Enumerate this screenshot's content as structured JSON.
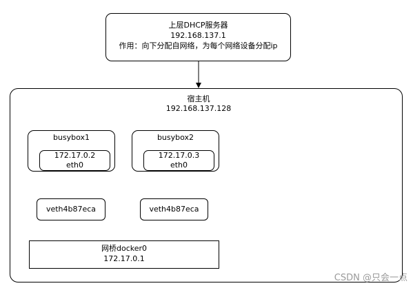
{
  "dhcp": {
    "title": "上层DHCP服务器",
    "ip": "192.168.137.1",
    "desc": "作用：向下分配自网络，为每个网络设备分配ip"
  },
  "host": {
    "title": "宿主机",
    "ip": "192.168.137.128"
  },
  "containers": [
    {
      "name": "busybox1",
      "ip": "172.17.0.2",
      "iface": "eth0"
    },
    {
      "name": "busybox2",
      "ip": "172.17.0.3",
      "iface": "eth0"
    }
  ],
  "veths": [
    {
      "name": "veth4b87eca"
    },
    {
      "name": "veth4b87eca"
    }
  ],
  "bridge": {
    "name": "网桥docker0",
    "ip": "172.17.0.1"
  },
  "watermark": "CSDN @只会一点"
}
